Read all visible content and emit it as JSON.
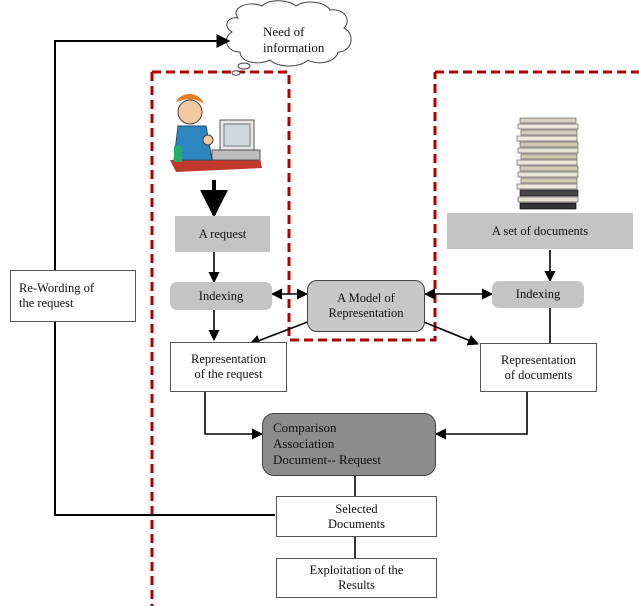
{
  "cloud": {
    "label": "Need of\ninformation"
  },
  "nodes": {
    "a_request": "A request",
    "indexing_left": "Indexing",
    "model": "A Model of\nRepresentation",
    "set_of_documents": "A set of documents",
    "indexing_right": "Indexing",
    "rep_request": "Representation\nof the request",
    "rep_documents": "Representation\nof documents",
    "comparison": "Comparison\nAssociation\nDocument-- Request",
    "selected": "Selected\nDocuments",
    "exploitation": "Exploitation of the\nResults",
    "rewording": "Re-Wording of\nthe request"
  },
  "icons": {
    "user": "user-at-computer-icon",
    "documents": "document-stack-icon"
  },
  "colors": {
    "dashed_frame": "#b00000",
    "box_gray": "#c4c4c4",
    "comparison_gray": "#8c8c8c"
  }
}
